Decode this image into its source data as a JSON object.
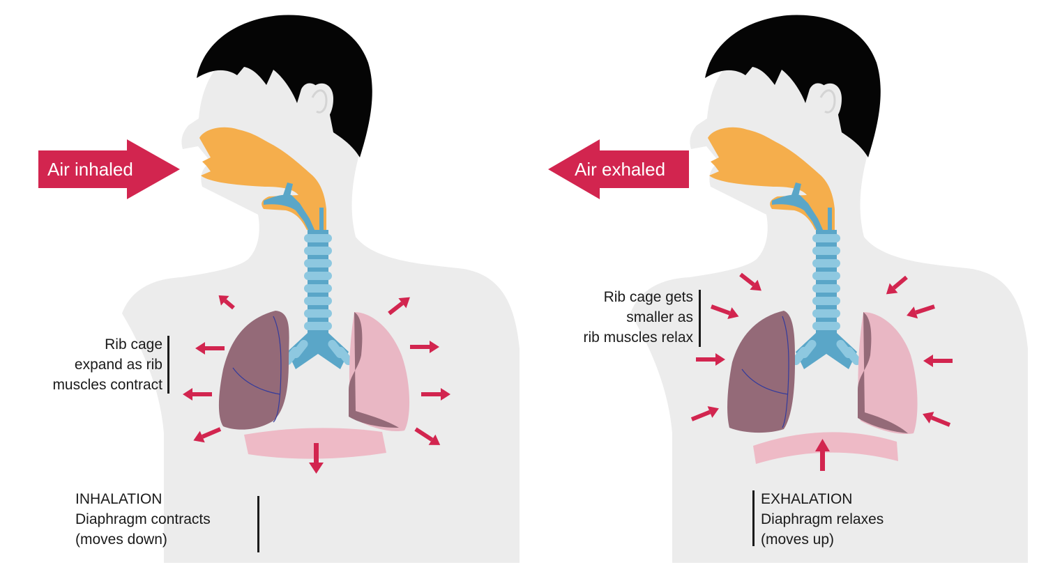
{
  "colors": {
    "body": "#ececec",
    "hair": "#050505",
    "airway": "#f5ae4c",
    "trachea": "#5aa6c8",
    "trachea_light": "#8ec8e0",
    "lung_dark": "#946a78",
    "lung_light": "#e9b7c4",
    "diaphragm": "#eebac6",
    "arrow": "#d2254f",
    "text": "#1a1a1a"
  },
  "inhalation": {
    "air_label": "Air inhaled",
    "rib_note": [
      "Rib cage",
      "expand as rib",
      "muscles contract"
    ],
    "diaphragm_note": [
      "INHALATION",
      "Diaphragm contracts",
      "(moves down)"
    ]
  },
  "exhalation": {
    "air_label": "Air exhaled",
    "rib_note": [
      "Rib cage gets",
      "smaller as",
      "rib muscles relax"
    ],
    "diaphragm_note": [
      "EXHALATION",
      "Diaphragm relaxes",
      "(moves up)"
    ]
  }
}
